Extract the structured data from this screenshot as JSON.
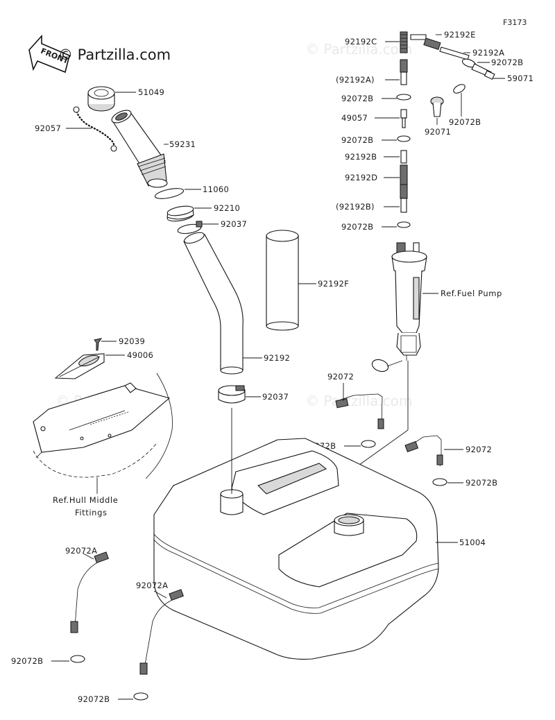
{
  "diagram": {
    "figure_code": "F3173",
    "brand": "© Partzilla.com",
    "watermark": "© Partzilla.com",
    "front_label": "FRONT",
    "parts": {
      "p51049": "51049",
      "p92057": "92057",
      "p59231": "59231",
      "p11060": "11060",
      "p92210": "92210",
      "p92037a": "92037",
      "p92192": "92192",
      "p92192F": "92192F",
      "p92039": "92039",
      "p49006": "49006",
      "p92037b": "92037",
      "p92192C": "92192C",
      "p92192E": "92192E",
      "p92192A": "92192A",
      "p92072B_a": "92072B",
      "p59071": "59071",
      "p92192A_paren": "(92192A)",
      "p92072B_b": "92072B",
      "p49057": "49057",
      "p92072B_c": "92072B",
      "p92071": "92071",
      "p92072B_d": "92072B",
      "p92192B": "92192B",
      "p92192D": "92192D",
      "p92192B_paren": "(92192B)",
      "p92072B_e": "92072B",
      "p92072_a": "92072",
      "p92072B_f": "92072B",
      "p92072_b": "92072",
      "p92072B_g": "92072B",
      "p51004": "51004",
      "p92072A_a": "92072A",
      "p92072A_b": "92072A",
      "p92072B_h": "92072B",
      "p92072B_i": "92072B"
    },
    "references": {
      "fuel_pump": "Ref.Fuel Pump",
      "hull_line1": "Ref.Hull Middle",
      "hull_line2": "Fittings"
    }
  }
}
